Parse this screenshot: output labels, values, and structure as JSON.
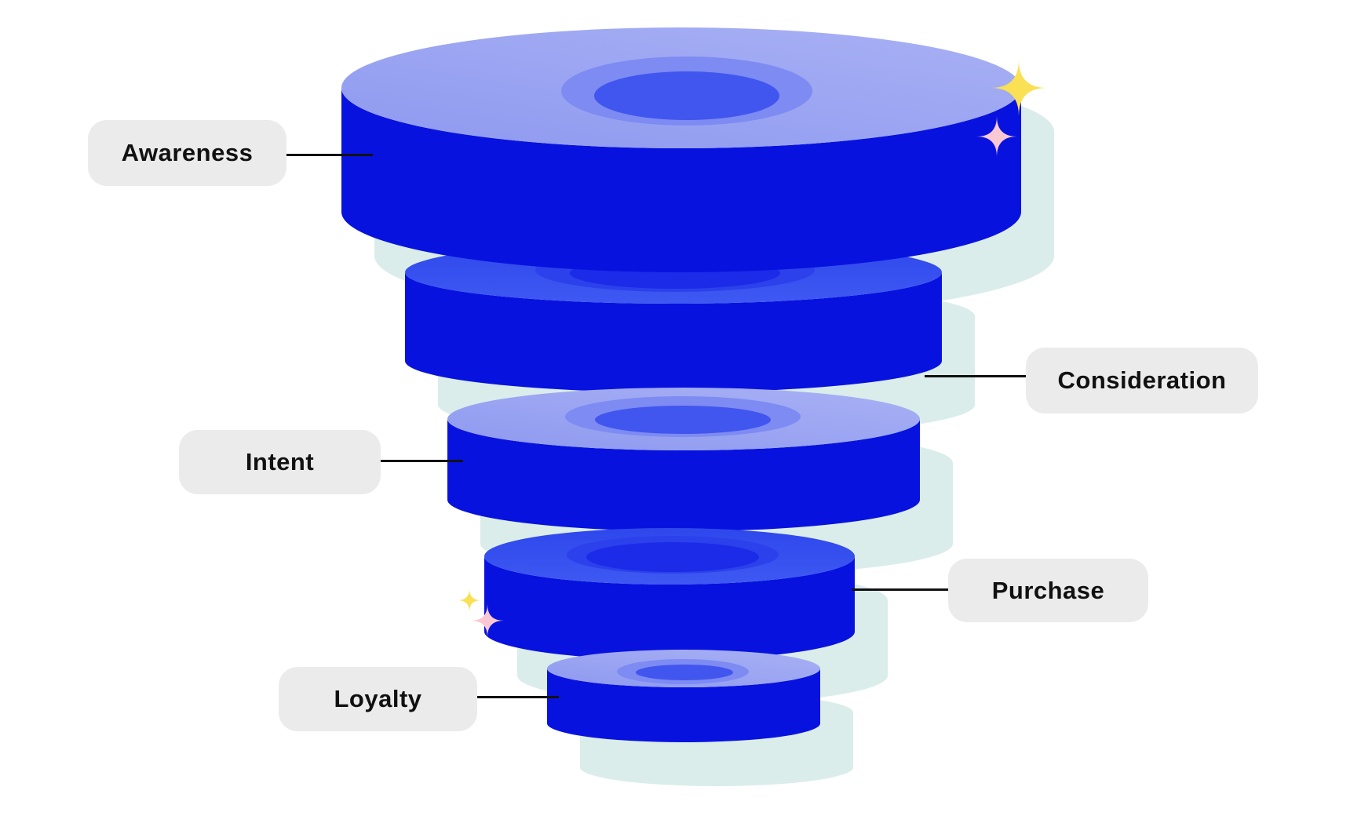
{
  "diagram": {
    "type": "funnel",
    "stages": [
      {
        "id": "awareness",
        "label": "Awareness",
        "label_side": "left"
      },
      {
        "id": "consideration",
        "label": "Consideration",
        "label_side": "right"
      },
      {
        "id": "intent",
        "label": "Intent",
        "label_side": "left"
      },
      {
        "id": "purchase",
        "label": "Purchase",
        "label_side": "right"
      },
      {
        "id": "loyalty",
        "label": "Loyalty",
        "label_side": "left"
      }
    ]
  },
  "colors": {
    "background": "#FFFFFF",
    "disc_side": "#0812DF",
    "disc_top_light_hi": "#A7B0F4",
    "disc_top_light_lo": "#8E99F0",
    "disc_top_medium_hi": "#3E59F2",
    "disc_top_medium_lo": "#2E47EC",
    "ring_light": "#7D8BF2",
    "hole_light": "#4156EE",
    "ring_medium": "#2C40EC",
    "hole_medium": "#1B2BE8",
    "shadow": "#DAEDEB",
    "sparkle_yellow": "#F9E054",
    "sparkle_pink": "#FAC8D3",
    "label_bg": "#EBEBEB",
    "label_text": "#111111",
    "connector": "#111111"
  }
}
